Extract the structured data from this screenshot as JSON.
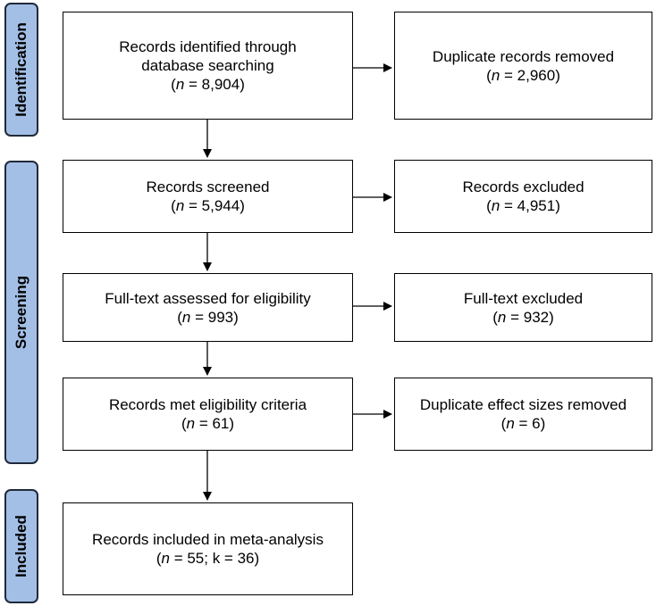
{
  "phases": [
    {
      "id": "identification",
      "label": "Identification"
    },
    {
      "id": "screening",
      "label": "Screening"
    },
    {
      "id": "included",
      "label": "Included"
    }
  ],
  "boxes": {
    "identified": {
      "line1": "Records identified through",
      "line2": "database searching",
      "n_prefix": "(",
      "n_var": "n",
      "n_rest": " = 8,904)"
    },
    "duplicates_removed": {
      "line1": "Duplicate records removed",
      "n_prefix": "(",
      "n_var": "n",
      "n_rest": " = 2,960)"
    },
    "screened": {
      "line1": "Records screened",
      "n_prefix": "(",
      "n_var": "n",
      "n_rest": " = 5,944)"
    },
    "records_excluded": {
      "line1": "Records excluded",
      "n_prefix": "(",
      "n_var": "n",
      "n_rest": " = 4,951)"
    },
    "fulltext_assessed": {
      "line1": "Full-text assessed for eligibility",
      "n_prefix": "(",
      "n_var": "n",
      "n_rest": " = 993)"
    },
    "fulltext_excluded": {
      "line1": "Full-text excluded",
      "n_prefix": "(",
      "n_var": "n",
      "n_rest": " = 932)"
    },
    "met_criteria": {
      "line1": "Records met eligibility criteria",
      "n_prefix": "(",
      "n_var": "n",
      "n_rest": " = 61)"
    },
    "effect_sizes_removed": {
      "line1": "Duplicate effect sizes removed",
      "n_prefix": "(",
      "n_var": "n",
      "n_rest": " = 6)"
    },
    "included": {
      "line1": "Records included in meta-analysis",
      "n_prefix": "(",
      "n_var": "n",
      "n_rest": " = 55; k = 36)"
    }
  }
}
